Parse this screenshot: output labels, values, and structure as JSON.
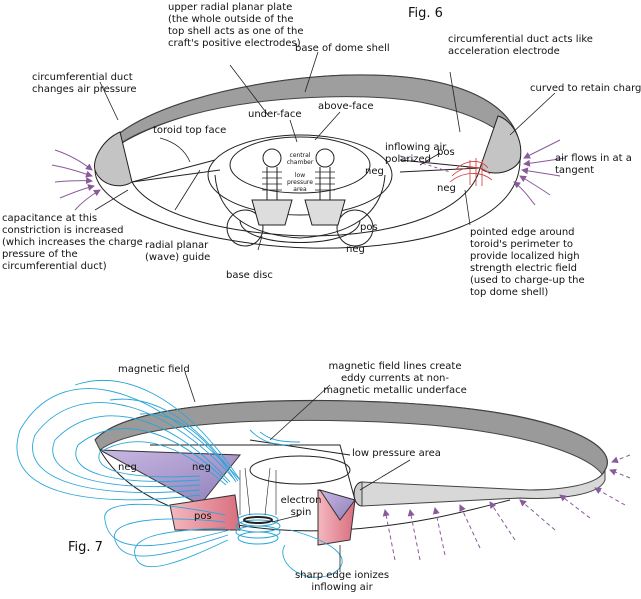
{
  "figures": {
    "fig6": "Fig. 6",
    "fig7": "Fig. 7"
  },
  "fig6_labels": {
    "upper_plate": "upper radial planar plate (the whole outside of the top shell acts as one of the craft's positive electrodes)",
    "base_dome": "base of dome shell",
    "circ_duct_accel": "circumferential duct acts like acceleration electrode",
    "circ_duct_pressure": "circumferential duct changes air pressure",
    "curved_retain": "curved to retain charge",
    "under_face": "under-face",
    "above_face": "above-face",
    "inflowing_polarized": "inflowing air polarized",
    "toroid_top": "toroid top face",
    "air_tangent": "air flows in at a tangent",
    "central_chamber": "central chamber",
    "low_pressure_small": "low pressure area",
    "pos1": "pos",
    "neg1": "neg",
    "neg2": "neg",
    "pos2": "pos",
    "neg3": "neg",
    "capacitance": "capacitance at this constriction is increased (which increases the charge pressure of the circumferential duct)",
    "radial_guide": "radial planar (wave) guide",
    "base_disc": "base disc",
    "pointed_edge": "pointed edge around toroid's perimeter to provide localized high strength electric field (used to charge-up the top dome shell)"
  },
  "fig7_labels": {
    "magnetic_field": "magnetic field",
    "field_lines": "magnetic field lines create eddy currents at non-magnetic metallic underface",
    "low_pressure": "low pressure area",
    "neg_a": "neg",
    "neg_b": "neg",
    "pos": "pos",
    "electron_spin": "electron spin",
    "sharp_edge": "sharp edge ionizes inflowing air"
  },
  "colors": {
    "line": "#222222",
    "duct_grey": "#b8b8b8",
    "arrow_purple": "#8a5a9c",
    "field_blue": "#2aa6d9",
    "neg_fill": "#b5a3d4",
    "pos_fill": "#e79aa5",
    "red_hatch": "#d23a3a"
  }
}
